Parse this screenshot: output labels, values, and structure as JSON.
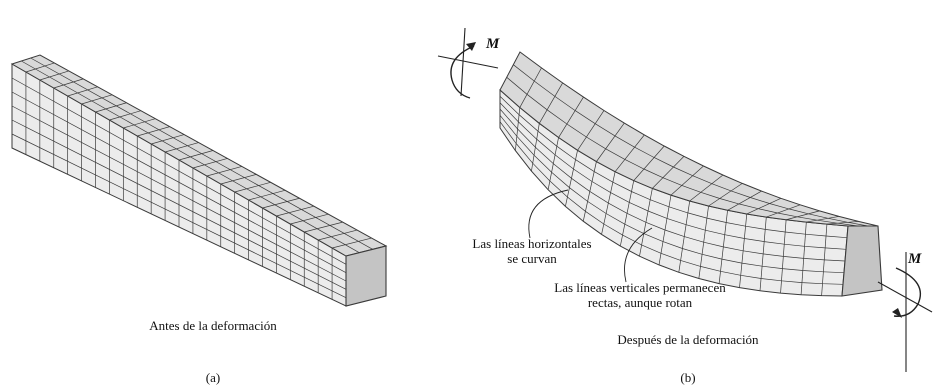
{
  "panel_a": {
    "caption": "Antes de la deformación",
    "letter": "(a)"
  },
  "panel_b": {
    "caption": "Después de la deformación",
    "letter": "(b)",
    "moment_symbol": "M",
    "annotation_horizontal": [
      "Las líneas horizontales",
      "se curvan"
    ],
    "annotation_vertical": [
      "Las líneas verticales permanecen",
      "rectas, aunque rotan"
    ]
  },
  "colors": {
    "face_light": "#ececec",
    "face_mid": "#d9d9d9",
    "face_end": "#c4c4c4",
    "grid": "#3a3a3a"
  }
}
